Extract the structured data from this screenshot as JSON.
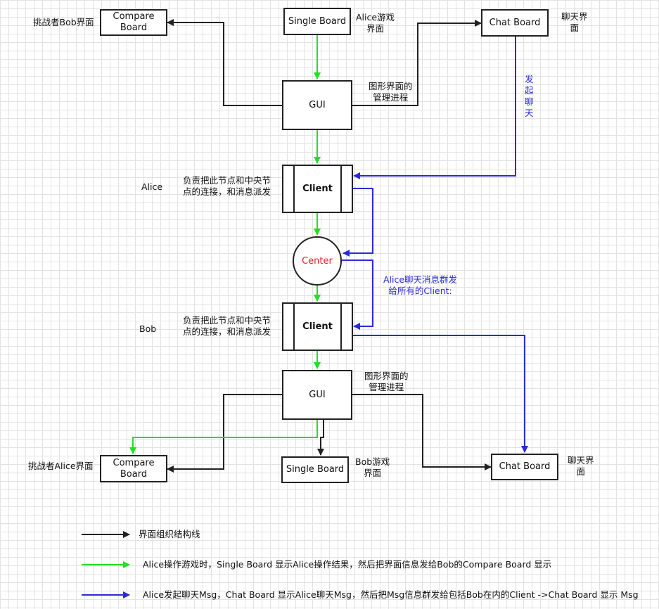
{
  "nodes": {
    "compare_top": "Compare\nBoard",
    "single_top": "Single Board",
    "chat_top": "Chat Board",
    "gui_top": "GUI",
    "client_alice": "Client",
    "center": "Center",
    "client_bob": "Client",
    "gui_bottom": "GUI",
    "compare_bottom": "Compare\nBoard",
    "single_bottom": "Single Board",
    "chat_bottom": "Chat Board"
  },
  "labels": {
    "challenger_bob": "挑战者Bob界面",
    "alice_game": "Alice游戏\n界面",
    "chat_ui_top": "聊天界\n面",
    "gui_mgr_top": "图形界面的\n管理进程",
    "initiate_chat": "发\n起\n聊\n天",
    "alice": "Alice",
    "client_desc_alice": "负责把此节点和中央节\n点的连接，和消息派发",
    "broadcast": "Alice聊天消息群发\n给所有的Client:",
    "bob": "Bob",
    "client_desc_bob": "负责把此节点和中央节\n点的连接，和消息派发",
    "gui_mgr_bottom": "图形界面的\n管理进程",
    "challenger_alice": "挑战者Alice界面",
    "bob_game": "Bob游戏\n界面",
    "chat_ui_bottom": "聊天界\n面"
  },
  "legend": [
    {
      "color": "#222222",
      "text": "界面组织结构线"
    },
    {
      "color": "#22e022",
      "text": "Alice操作游戏时，Single Board 显示Alice操作结果，然后把界面信息发给Bob的Compare Board 显示"
    },
    {
      "color": "#2a2ad8",
      "text": "Alice发起聊天Msg，Chat Board 显示Alice聊天Msg，然后把Msg信息群发给包括Bob在内的Client ->Chat Board 显示 Msg"
    }
  ],
  "colors": {
    "structure": "#222222",
    "game": "#22e022",
    "chat": "#2a2ad8",
    "center_text": "#e02020"
  }
}
